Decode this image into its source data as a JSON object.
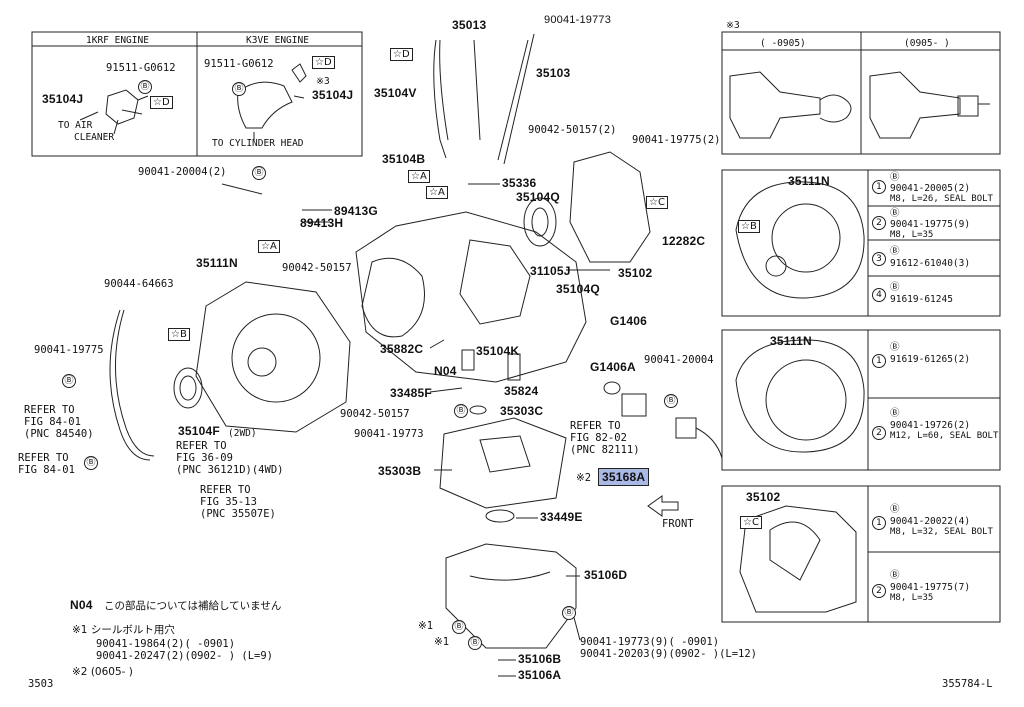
{
  "engine_box": {
    "header_left": "1KRF ENGINE",
    "header_right": "K3VE ENGINE",
    "left_bolt": "91511-G0612",
    "left_bracket": "35104J",
    "to_air_cleaner_1": "TO AIR",
    "to_air_cleaner_2": "CLEANER",
    "right_bolt": "91511-G0612",
    "right_bracket": "35104J",
    "to_cylinder_head": "TO CYLINDER HEAD",
    "note_mark": "※3",
    "tag_d": "☆D",
    "circle_b": "Ⓑ"
  },
  "note3_box": {
    "title": "※3",
    "col_left": "(     -0905)",
    "col_right": "(0905-     )"
  },
  "panel1": {
    "part": "35111N",
    "rows": [
      {
        "num": "1",
        "b": "Ⓑ",
        "pn": "90041-20005(2)",
        "spec": "M8, L=26, SEAL BOLT"
      },
      {
        "num": "2",
        "b": "Ⓑ",
        "pn": "90041-19775(9)",
        "spec": "M8, L=35"
      },
      {
        "num": "3",
        "b": "Ⓑ",
        "pn": "91612-61040(3)",
        "spec": ""
      },
      {
        "num": "4",
        "b": "Ⓑ",
        "pn": "91619-61245",
        "spec": ""
      }
    ],
    "tag_b": "☆B"
  },
  "panel2": {
    "part": "35111N",
    "rows": [
      {
        "num": "1",
        "b": "Ⓑ",
        "pn": "91619-61265(2)",
        "spec": ""
      },
      {
        "num": "2",
        "b": "Ⓑ",
        "pn": "90041-19726(2)",
        "spec": "M12, L=60, SEAL BOLT"
      }
    ]
  },
  "panel3": {
    "part": "35102",
    "rows": [
      {
        "num": "1",
        "b": "Ⓑ",
        "pn": "90041-20022(4)",
        "spec": "M8, L=32, SEAL BOLT"
      },
      {
        "num": "2",
        "b": "Ⓑ",
        "pn": "90041-19775(7)",
        "spec": "M8, L=35"
      }
    ],
    "tag_c": "☆C"
  },
  "labels": {
    "p35013": "35013",
    "p90041_19773_top": "90041-19773",
    "p35103": "35103",
    "p35104V": "35104V",
    "p35104B": "35104B",
    "p90041_20004": "90041-20004(2)",
    "p89413G": "89413G",
    "p89413H": "89413H",
    "p35336": "35336",
    "p35104Q_a": "35104Q",
    "p90042_50157_2": "90042-50157(2)",
    "p90041_19775_2": "90041-19775(2)",
    "p12282C": "12282C",
    "p31105J": "31105J",
    "p35102": "35102",
    "p35111N": "35111N",
    "p90042_50157_a": "90042-50157",
    "p90044_64663": "90044-64663",
    "p90041_19775_left": "90041-19775",
    "p35104Q_b": "35104Q",
    "pG1406": "G1406",
    "pG1406A": "G1406A",
    "p90041_20004_b": "90041-20004",
    "p35882C": "35882C",
    "p35104K": "35104K",
    "pN04": "N04",
    "p33485F": "33485F",
    "p35824": "35824",
    "p90042_50157_b": "90042-50157",
    "p35303C": "35303C",
    "p90041_19773_b": "90041-19773",
    "p35104F": "35104F",
    "p35104F_note": "(2WD)",
    "p35303B": "35303B",
    "p35168A_mark": "※2",
    "p35168A": "35168A",
    "p33449E": "33449E",
    "p35106D": "35106D",
    "p35106B": "35106B",
    "p35106A": "35106A",
    "front": "FRONT",
    "mark1a": "※1",
    "mark1b": "※1",
    "circle_b": "Ⓑ",
    "tag_a": "☆A",
    "tag_c": "☆C",
    "tag_b": "☆B",
    "tag_d": "☆D"
  },
  "refs": {
    "r1_l1": "REFER TO",
    "r1_l2": "FIG 84-01",
    "r1_l3": "(PNC 84540)",
    "r2_l1": "REFER TO",
    "r2_l2": "FIG 84-01",
    "r3_l1": "REFER TO",
    "r3_l2": "FIG 36-09",
    "r3_l3": "(PNC 36121D)(4WD)",
    "r4_l1": "REFER TO",
    "r4_l2": "FIG 35-13",
    "r4_l3": "(PNC 35507E)",
    "r5_l1": "REFER TO",
    "r5_l2": "FIG 82-02",
    "r5_l3": "(PNC 82111)"
  },
  "bottom": {
    "pan_bolts_1": "90041-19773(9)(     -0901)",
    "pan_bolts_2": "90041-20203(9)(0902-     )(L=12)",
    "n04_note_code": "N04",
    "n04_note_text": "この部品については補給していません",
    "note1_title": "※1 シールボルト用穴",
    "note1_l1": "90041-19864(2)(     -0901)",
    "note1_l2": "90041-20247(2)(0902-     ) (L=9)",
    "note2": "※2 (0605-     )",
    "page_left": "3503",
    "page_right": "355784-L"
  }
}
